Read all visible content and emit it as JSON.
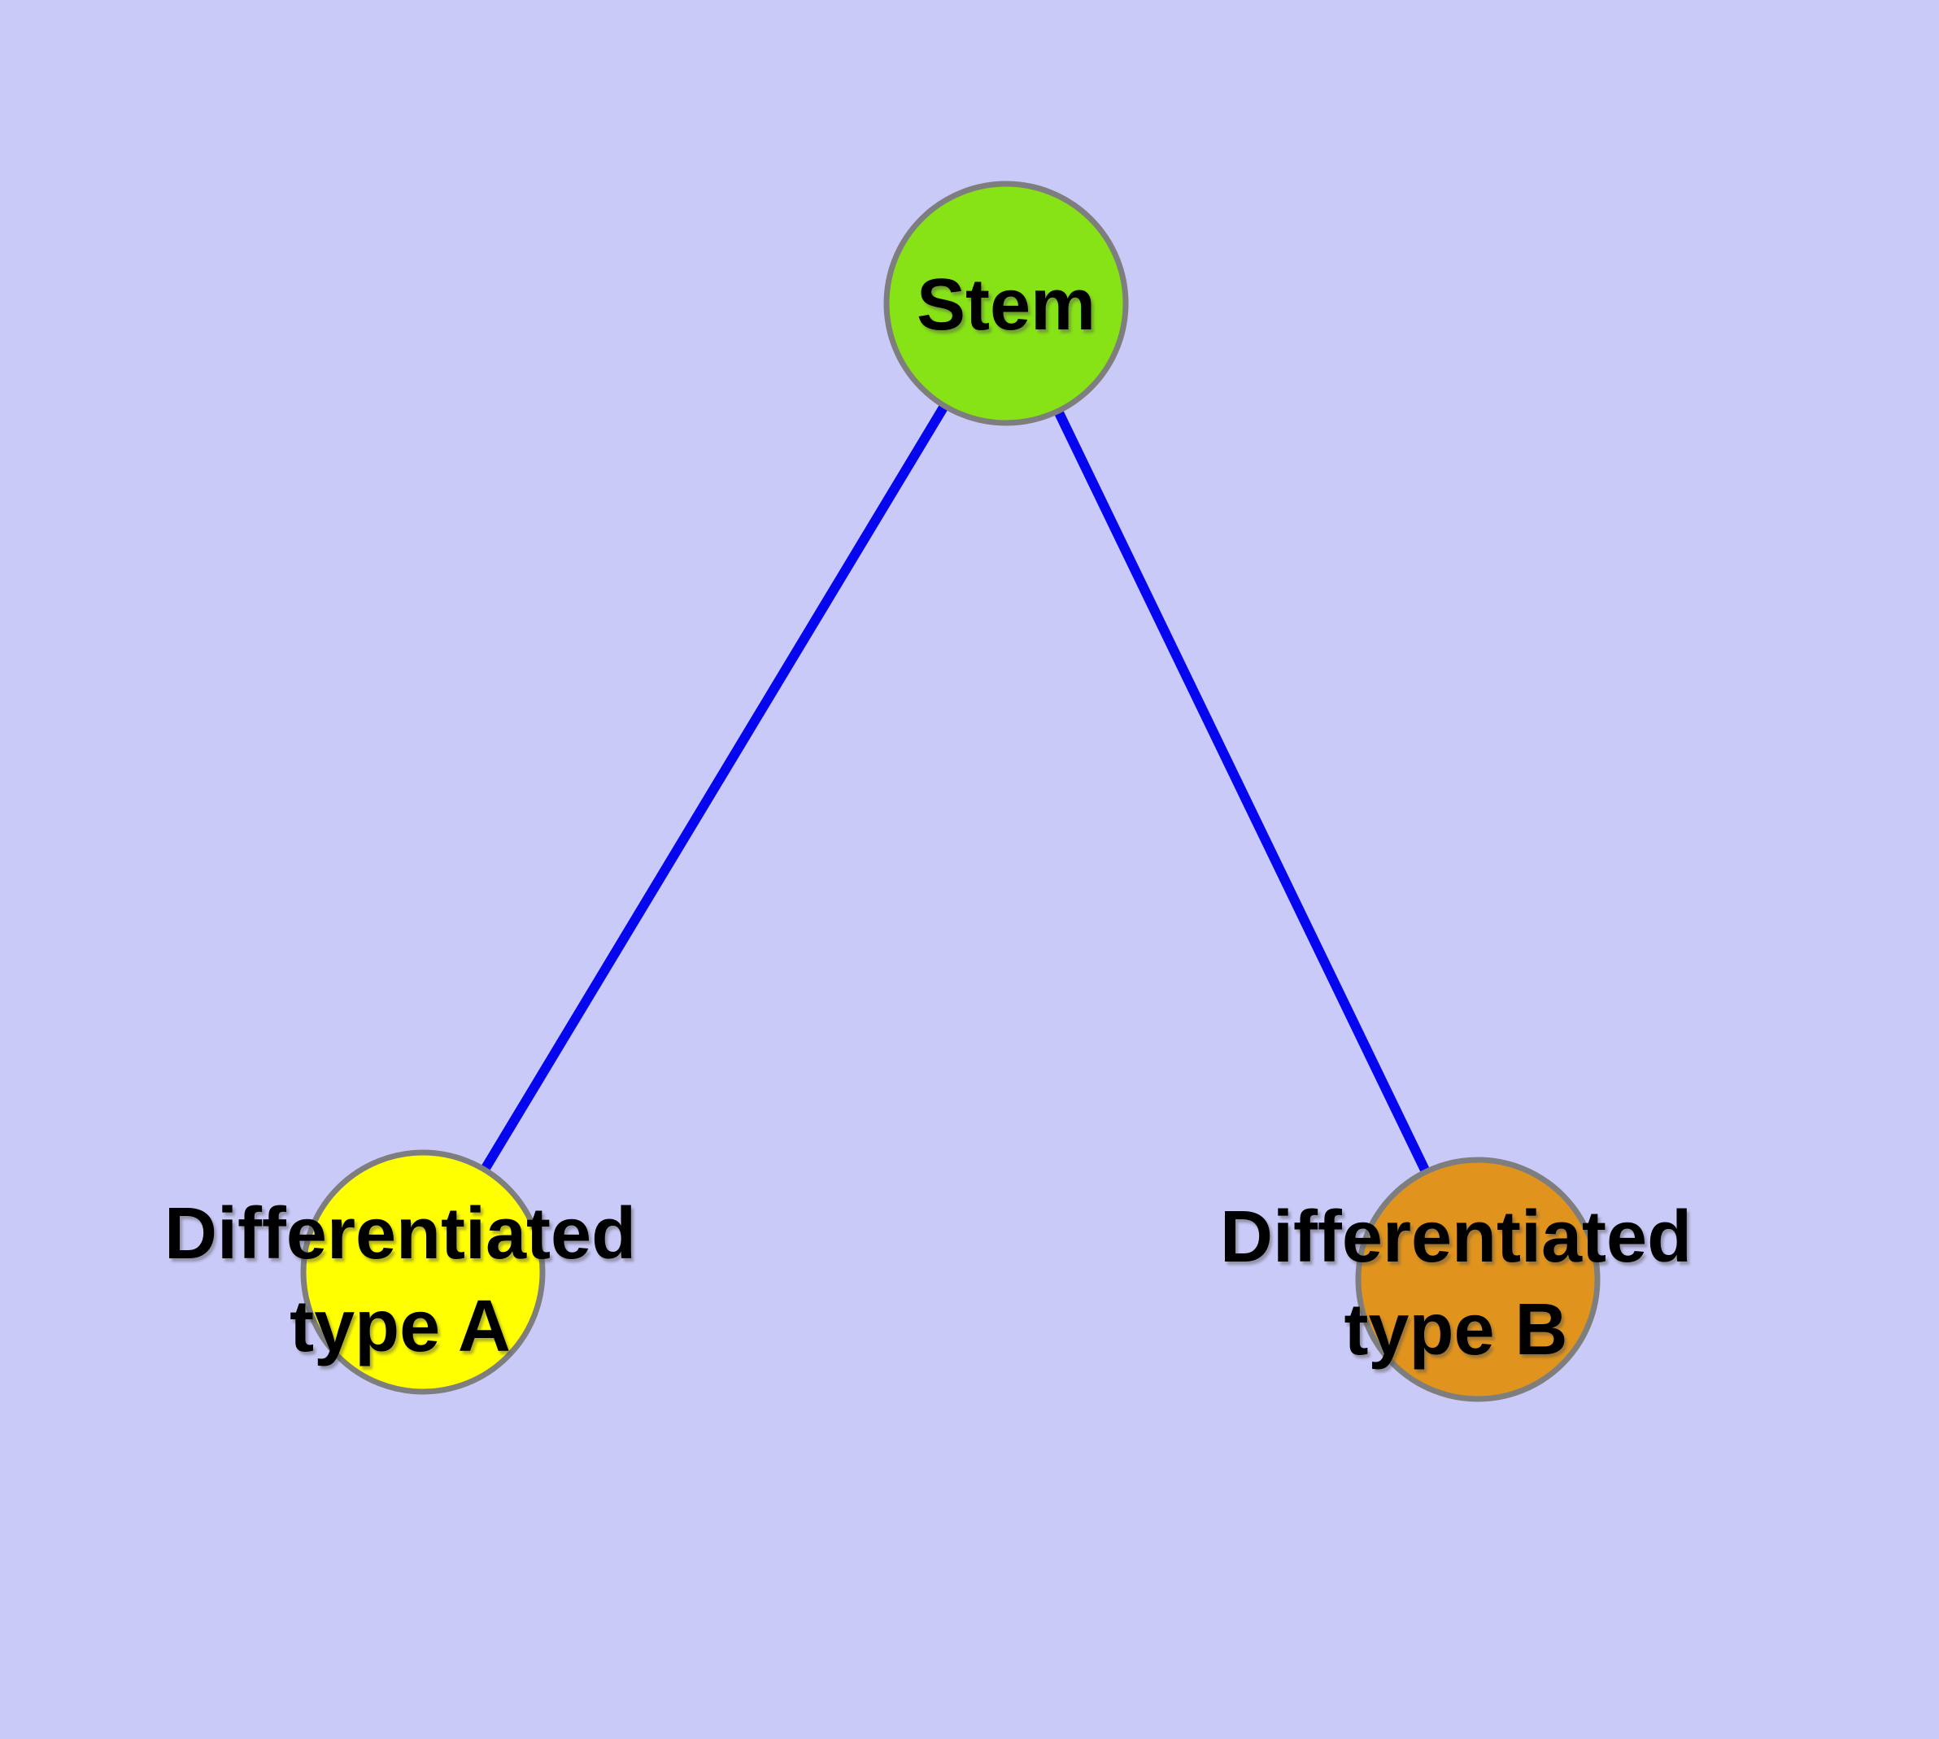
{
  "canvas": {
    "background": "#CACAF8"
  },
  "colors": {
    "edge": "#0505F0",
    "node_border": "#7E7E7E",
    "label": "#000000"
  },
  "nodes": {
    "stem": {
      "label": "Stem",
      "fill": "#87E316"
    },
    "type_a": {
      "label_line1": "Differentiated",
      "label_line2": "type A",
      "fill": "#FFFF00"
    },
    "type_b": {
      "label_line1": "Differentiated",
      "label_line2": "type B",
      "fill": "#E0941E"
    }
  },
  "graph": {
    "type": "undirected-node-link-diagram",
    "node_labels": [
      "Stem",
      "Differentiated type A",
      "Differentiated type B"
    ],
    "edges": [
      {
        "from": "Stem",
        "to": "Differentiated type A"
      },
      {
        "from": "Stem",
        "to": "Differentiated type B"
      }
    ]
  }
}
